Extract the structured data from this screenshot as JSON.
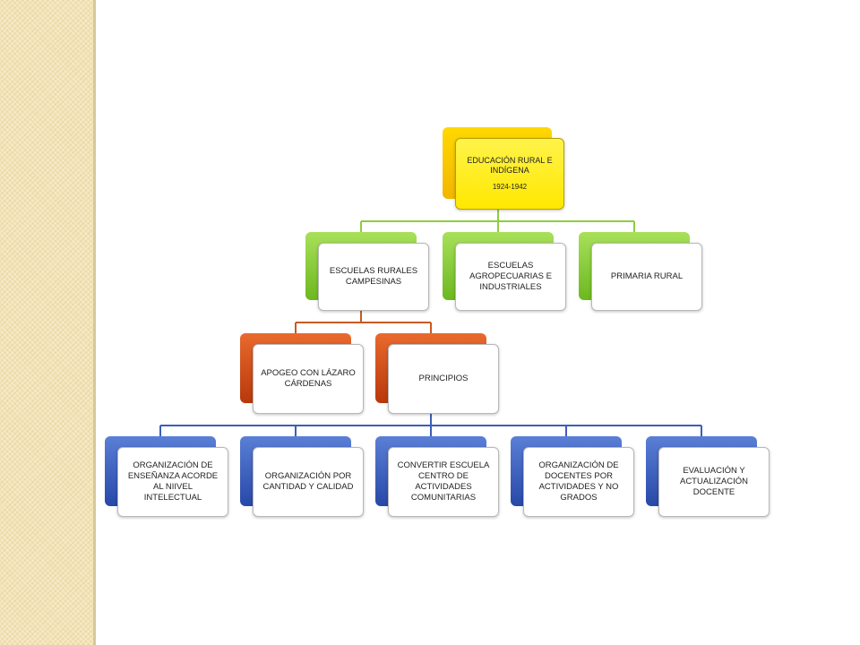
{
  "root": {
    "title": "EDUCACIÓN RURAL E INDÍGENA",
    "subtitle": "1924-1942"
  },
  "level1": [
    {
      "label": "ESCUELAS RURALES CAMPESINAS"
    },
    {
      "label": "ESCUELAS AGROPECUARIAS E INDUSTRIALES"
    },
    {
      "label": "PRIMARIA RURAL"
    }
  ],
  "level2": [
    {
      "label": "APOGEO CON LÁZARO CÁRDENAS"
    },
    {
      "label": "PRINCIPIOS"
    }
  ],
  "level3": [
    {
      "label": "ORGANIZACIÓN DE ENSEÑANZA ACORDE AL  NIIVEL INTELECTUAL"
    },
    {
      "label": "ORGANIZACIÓN POR CANTIDAD Y CALIDAD"
    },
    {
      "label": "CONVERTIR ESCUELA CENTRO DE ACTIVIDADES COMUNITARIAS"
    },
    {
      "label": "ORGANIZACIÓN DE DOCENTES POR ACTIVIDADES Y NO GRADOS"
    },
    {
      "label": "EVALUACIÓN Y ACTUALIZACIÓN DOCENTE"
    }
  ],
  "colors": {
    "root": "#ffe800",
    "level1": "#6cb820",
    "level2": "#c2410f",
    "level3": "#2f52b8"
  }
}
